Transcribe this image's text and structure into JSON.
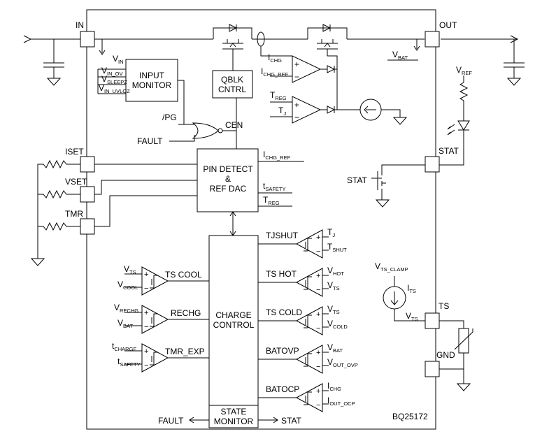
{
  "pins": {
    "in": "IN",
    "out": "OUT",
    "iset": "ISET",
    "vset": "VSET",
    "tmr": "TMR",
    "stat": "STAT",
    "ts": "TS",
    "gnd": "GND"
  },
  "blocks": {
    "input_monitor": [
      "INPUT",
      "MONITOR"
    ],
    "qblk_cntrl": [
      "QBLK",
      "CNTRL"
    ],
    "pin_detect": [
      "PIN DETECT",
      "&",
      "REF DAC"
    ],
    "charge_control": [
      "CHARGE",
      "CONTROL"
    ],
    "state_monitor": [
      "STATE",
      "MONITOR"
    ]
  },
  "signals": {
    "vin": {
      "base": "V",
      "sub": "IN"
    },
    "vin_ov": {
      "base": "V",
      "sub": "IN_OV"
    },
    "vsleepz": {
      "base": "V",
      "sub": "SLEEPZ"
    },
    "vin_uvloz": {
      "base": "V",
      "sub": "IN_UVLOZ"
    },
    "pg": "/PG",
    "fault_in": "FAULT",
    "cen": "CEN",
    "ichg": {
      "base": "I",
      "sub": "CHG"
    },
    "ichg_ref": {
      "base": "I",
      "sub": "CHG_REF"
    },
    "treg": {
      "base": "T",
      "sub": "REG"
    },
    "tj": {
      "base": "T",
      "sub": "J"
    },
    "vbat": {
      "base": "V",
      "sub": "BAT"
    },
    "vref": {
      "base": "V",
      "sub": "REF"
    },
    "ichg_ref2": {
      "base": "I",
      "sub": "CHG_REF"
    },
    "tsafety": {
      "base": "t",
      "sub": "SAFETY"
    },
    "treg2": {
      "base": "T",
      "sub": "REG"
    },
    "stat_fet": "STAT",
    "vts_clamp": {
      "base": "V",
      "sub": "TS_CLAMP"
    },
    "its": {
      "base": "I",
      "sub": "TS"
    },
    "vts_pin": {
      "base": "V",
      "sub": "TS"
    },
    "fault_out": "FAULT",
    "stat_out": "STAT",
    "part": "BQ25172"
  },
  "comparators_left": [
    {
      "name": "TS COOL",
      "in1": {
        "base": "V",
        "sub": "TS"
      },
      "in2": {
        "base": "V",
        "sub": "COOL"
      }
    },
    {
      "name": "RECHG",
      "in1": {
        "base": "V",
        "sub": "RECHG"
      },
      "in2": {
        "base": "V",
        "sub": "BAT"
      }
    },
    {
      "name": "TMR_EXP",
      "in1": {
        "base": "t",
        "sub": "CHARGE"
      },
      "in2": {
        "base": "t",
        "sub": "SAFETY"
      }
    }
  ],
  "comparators_right": [
    {
      "name": "TJSHUT",
      "in1": {
        "base": "T",
        "sub": "J"
      },
      "in2": {
        "base": "T",
        "sub": "SHUT"
      }
    },
    {
      "name": "TS HOT",
      "in1": {
        "base": "V",
        "sub": "HOT"
      },
      "in2": {
        "base": "V",
        "sub": "TS"
      }
    },
    {
      "name": "TS COLD",
      "in1": {
        "base": "V",
        "sub": "TS"
      },
      "in2": {
        "base": "V",
        "sub": "COLD"
      }
    },
    {
      "name": "BATOVP",
      "in1": {
        "base": "V",
        "sub": "BAT"
      },
      "in2": {
        "base": "V",
        "sub": "OUT_OVP"
      }
    },
    {
      "name": "BATOCP",
      "in1": {
        "base": "I",
        "sub": "CHG"
      },
      "in2": {
        "base": "I",
        "sub": "OUT_OCP"
      }
    }
  ]
}
